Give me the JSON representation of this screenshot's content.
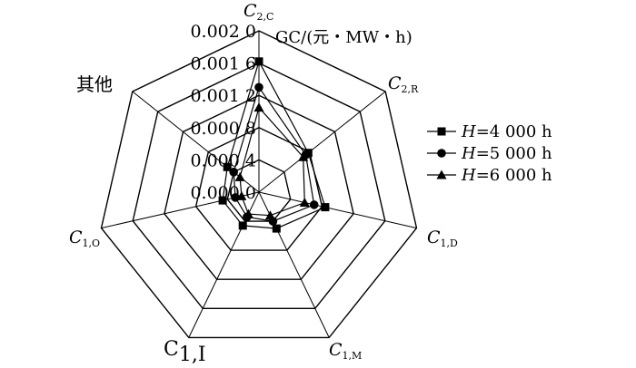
{
  "chart_data": {
    "type": "radar",
    "axis_title": "GC/(元・MW・h)",
    "rlim": [
      0,
      0.002
    ],
    "tick_labels": [
      "0.000 0",
      "0.000 4",
      "0.000 8",
      "0.001 2",
      "0.001 6",
      "0.002 0"
    ],
    "categories": [
      {
        "main": "C",
        "sub": "2,C",
        "style": "italic"
      },
      {
        "main": "C",
        "sub": "2,R",
        "style": "italic"
      },
      {
        "main": "C",
        "sub": "1,D",
        "style": "italic"
      },
      {
        "main": "C",
        "sub": "1,M",
        "style": "italic"
      },
      {
        "main": "C",
        "sub": "1,I",
        "style": "plain"
      },
      {
        "main": "C",
        "sub": "1,O",
        "style": "italic"
      },
      {
        "main": "其他",
        "sub": "",
        "style": "cjk"
      }
    ],
    "series": [
      {
        "name_var": "H",
        "name_rest": "=4 000 h",
        "marker": "square",
        "values": [
          0.00162,
          0.00078,
          0.00084,
          0.0005,
          0.00046,
          0.00046,
          0.0005
        ]
      },
      {
        "name_var": "H",
        "name_rest": "=5 000 h",
        "marker": "circle",
        "values": [
          0.0013,
          0.00074,
          0.0007,
          0.0004,
          0.00034,
          0.0003,
          0.0004
        ]
      },
      {
        "name_var": "H",
        "name_rest": "=6 000 h",
        "marker": "triangle",
        "values": [
          0.00105,
          0.0007,
          0.00058,
          0.00032,
          0.0003,
          0.00022,
          0.0003
        ]
      }
    ],
    "legend_position": "right",
    "grid": true
  }
}
